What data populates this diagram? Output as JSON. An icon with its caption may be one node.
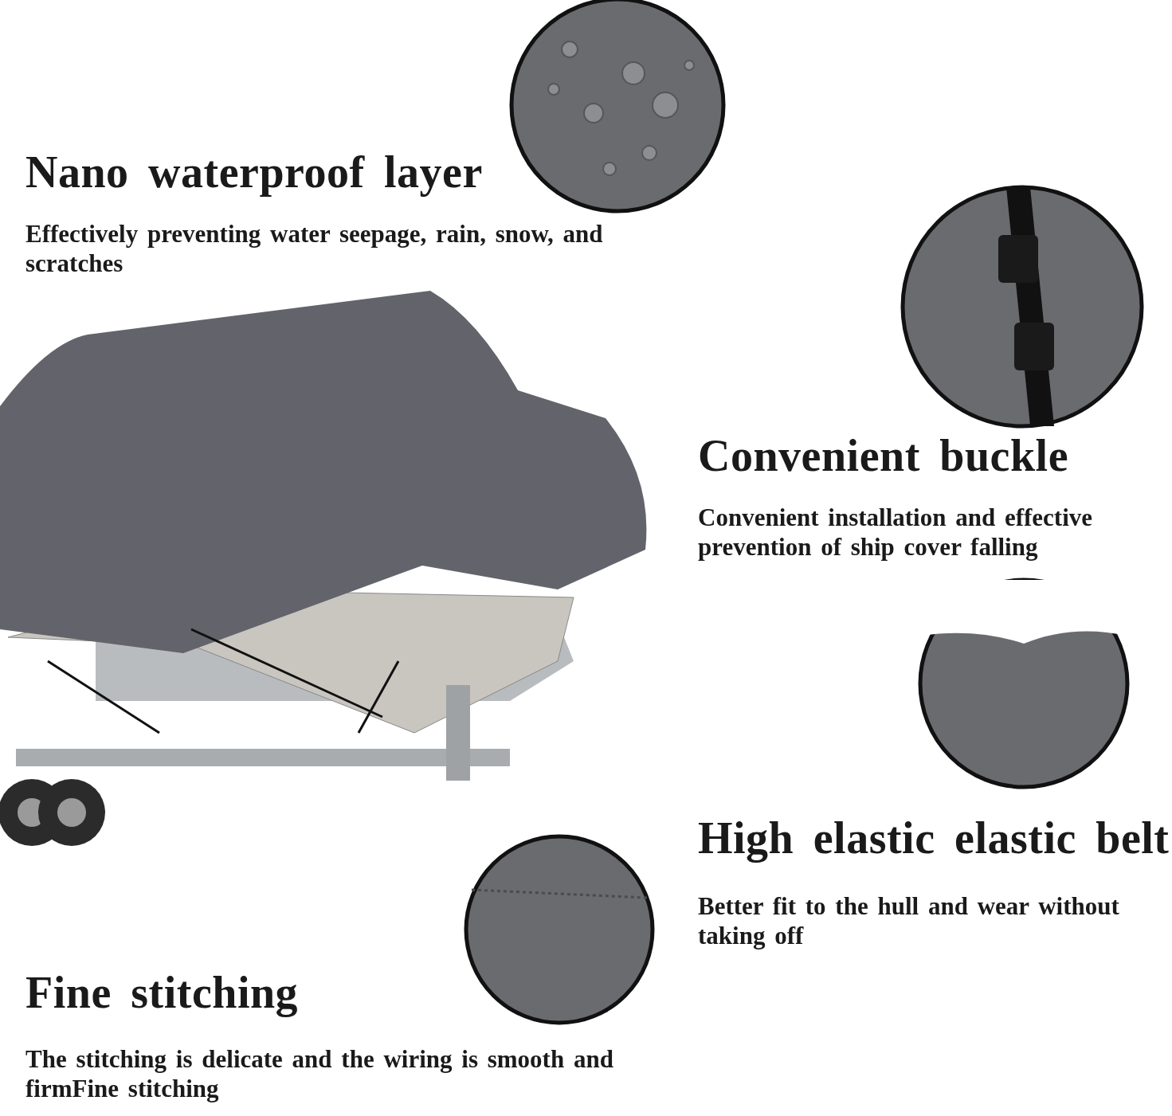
{
  "diagram": {
    "labels": [
      "Nano waterproof layer",
      "Effectively preventing water seepage, rain, snow, and scratches",
      "Convenient buckle",
      "Convenient installation and effective prevention of ship cover falling",
      "High elastic elastic belt",
      "Better fit to the hull and wear without taking off",
      "Fine stitching",
      "The stitching is delicate and the wiring is smooth and firmFine stitching"
    ]
  }
}
